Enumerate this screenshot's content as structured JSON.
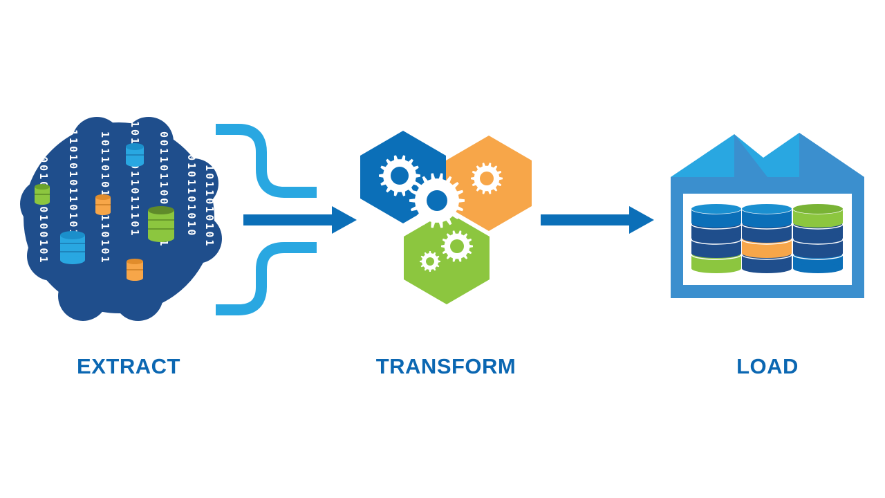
{
  "colors": {
    "dark_blue": "#1f4e8c",
    "mid_blue": "#0b6fb8",
    "light_blue": "#29a7e1",
    "orange": "#f7a649",
    "green": "#8cc63f",
    "label": "#0b67b2"
  },
  "stages": {
    "extract": {
      "label": "EXTRACT",
      "icon": "data-cloud-icon"
    },
    "transform": {
      "label": "TRANSFORM",
      "icon": "gear-hexagons-icon"
    },
    "load": {
      "label": "LOAD",
      "icon": "warehouse-icon"
    }
  },
  "binary_columns": [
    "10100101",
    "0110101",
    "10110101",
    "1011101",
    "0011011",
    "1101010",
    "1010101"
  ]
}
